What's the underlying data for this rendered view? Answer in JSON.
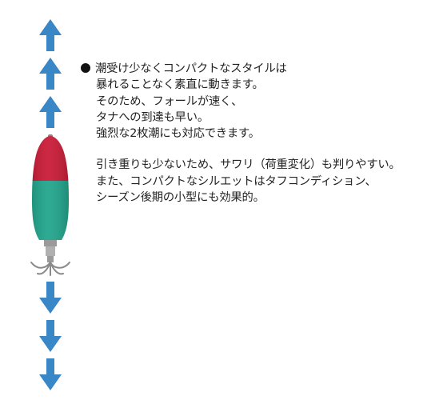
{
  "colors": {
    "arrow": "#3a87c8",
    "lure_top": "#c8102e",
    "lure_body": "#17a187",
    "hook": "#8a8a8a",
    "text": "#222222"
  },
  "icons": {
    "up_arrows": [
      "arrow-up-icon",
      "arrow-up-icon",
      "arrow-up-icon"
    ],
    "down_arrows": [
      "arrow-down-icon",
      "arrow-down-icon",
      "arrow-down-icon"
    ],
    "lure": "squid-jig-lure-icon",
    "bullet": "bullet-dot-icon"
  },
  "description": {
    "para1": [
      "潮受け少なくコンパクトなスタイルは",
      "暴れることなく素直に動きます。",
      "そのため、フォールが速く、",
      "タナへの到達も早い。",
      "強烈な2枚潮にも対応できます。"
    ],
    "para2": [
      "引き重りも少ないため、サワリ（荷重変化）も判りやすい。",
      "また、コンパクトなシルエットはタフコンディション、",
      "シーズン後期の小型にも効果的。"
    ]
  }
}
